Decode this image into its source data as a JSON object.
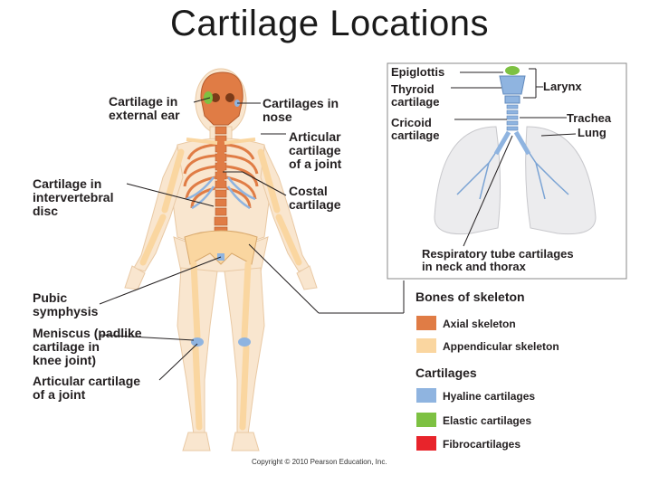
{
  "title": "Cartilage Locations",
  "labels": {
    "ear": [
      "Cartilage in",
      "external ear"
    ],
    "nose": [
      "Cartilages in",
      "nose"
    ],
    "articular_top": [
      "Articular",
      "cartilage",
      "of a joint"
    ],
    "costal": [
      "Costal",
      "cartilage"
    ],
    "intervertebral": [
      "Cartilage in",
      "intervertebral",
      "disc"
    ],
    "pubic": [
      "Pubic",
      "symphysis"
    ],
    "meniscus": [
      "Meniscus (padlike",
      "cartilage in",
      "knee joint)"
    ],
    "articular_bottom": [
      "Articular cartilage",
      "of a joint"
    ],
    "epiglottis": "Epiglottis",
    "thyroid": [
      "Thyroid",
      "cartilage"
    ],
    "cricoid": [
      "Cricoid",
      "cartilage"
    ],
    "larynx": "Larynx",
    "trachea": "Trachea",
    "lung": "Lung",
    "respiratory": [
      "Respiratory tube cartilages",
      "in neck and thorax"
    ]
  },
  "legend": {
    "bones_heading": "Bones of skeleton",
    "cartilages_heading": "Cartilages",
    "items": [
      {
        "label": "Axial skeleton",
        "color": "#e07c45"
      },
      {
        "label": "Appendicular skeleton",
        "color": "#fad6a0"
      },
      {
        "label": "Hyaline cartilages",
        "color": "#8fb4e0"
      },
      {
        "label": "Elastic cartilages",
        "color": "#7dc142"
      },
      {
        "label": "Fibrocartilages",
        "color": "#e8242b"
      }
    ]
  },
  "copyright": "Copyright © 2010 Pearson Education, Inc."
}
